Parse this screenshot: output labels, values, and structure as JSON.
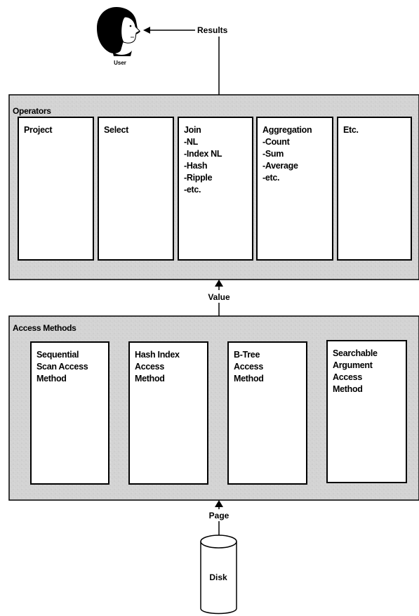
{
  "user": {
    "label": "User"
  },
  "results_label": "Results",
  "operators": {
    "title": "Operators",
    "boxes": [
      {
        "lines": [
          "Project"
        ]
      },
      {
        "lines": [
          "Select"
        ]
      },
      {
        "lines": [
          "Join",
          "-NL",
          "-Index NL",
          "-Hash",
          "-Ripple",
          "-etc."
        ]
      },
      {
        "lines": [
          "Aggregation",
          "-Count",
          "-Sum",
          "-Average",
          "-etc."
        ]
      },
      {
        "lines": [
          "Etc."
        ]
      }
    ]
  },
  "value_label": "Value",
  "access_methods": {
    "title": "Access Methods",
    "boxes": [
      {
        "lines": [
          "Sequential",
          "Scan Access",
          "Method"
        ]
      },
      {
        "lines": [
          "Hash Index",
          "Access",
          "Method"
        ]
      },
      {
        "lines": [
          "B-Tree",
          "Access",
          "Method"
        ]
      },
      {
        "lines": [
          "Searchable",
          "Argument",
          "Access",
          "Method"
        ]
      }
    ]
  },
  "page_label": "Page",
  "disk": {
    "label": "Disk"
  },
  "colors": {
    "panel_fill": "#d3d3d3",
    "box_fill": "#ffffff",
    "stroke": "#000000"
  }
}
